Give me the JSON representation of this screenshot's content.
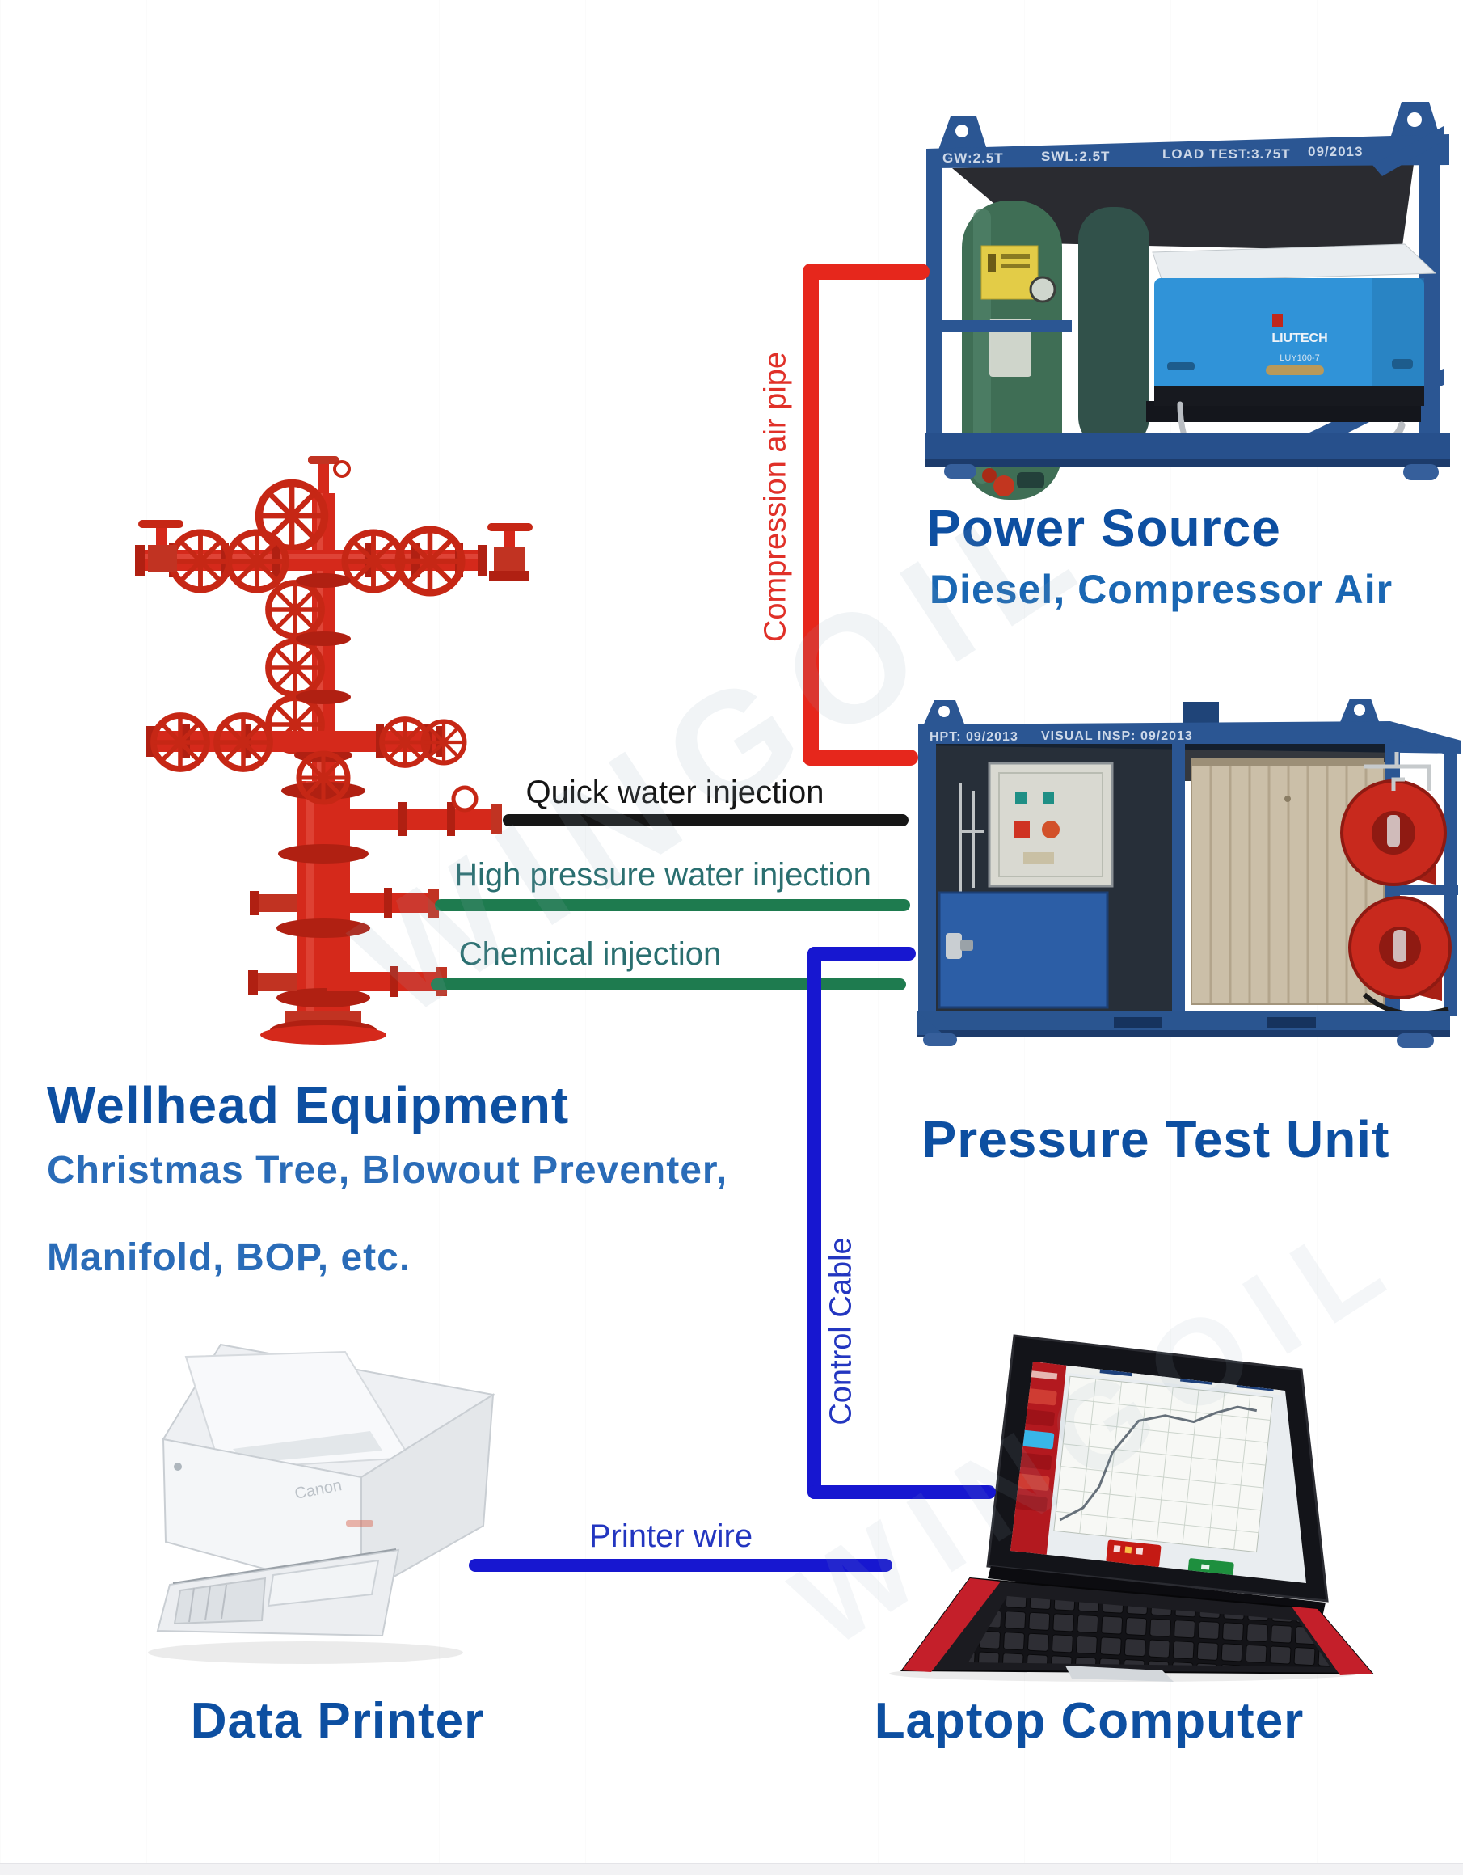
{
  "watermark": "WINGOIL",
  "colors": {
    "title_blue": "#0d4fa1",
    "subtitle_blue": "#2a6cb8",
    "teal_label": "#2a6f70",
    "red_pipe": "#e6271c",
    "green_pipe": "#1e7b4f",
    "blue_cable": "#1717d0",
    "black_pipe": "#161616",
    "frame_blue": "#2b5693"
  },
  "power_source": {
    "title": "Power Source",
    "subtitle": "Diesel, Compressor Air",
    "frame": {
      "t1": "GW:2.5T",
      "t2": "SWL:2.5T",
      "t3": "LOAD TEST:3.75T",
      "t4": "09/2013"
    },
    "brand": "LIUTECH",
    "model": "LUY100-7"
  },
  "pressure_unit": {
    "title": "Pressure Test Unit",
    "frame": {
      "t1": "HPT: 09/2013",
      "t2": "VISUAL INSP: 09/2013"
    }
  },
  "wellhead": {
    "title": "Wellhead Equipment",
    "line1": "Christmas Tree, Blowout Preventer,",
    "line2": "Manifold, BOP, etc."
  },
  "printer": {
    "title": "Data Printer",
    "brand": "Canon"
  },
  "laptop": {
    "title": "Laptop Computer"
  },
  "connections": {
    "compression_air": "Compression air pipe",
    "quick_water": "Quick water injection",
    "high_pressure": "High pressure water injection",
    "chemical": "Chemical injection",
    "control_cable": "Control Cable",
    "printer_wire": "Printer wire"
  }
}
